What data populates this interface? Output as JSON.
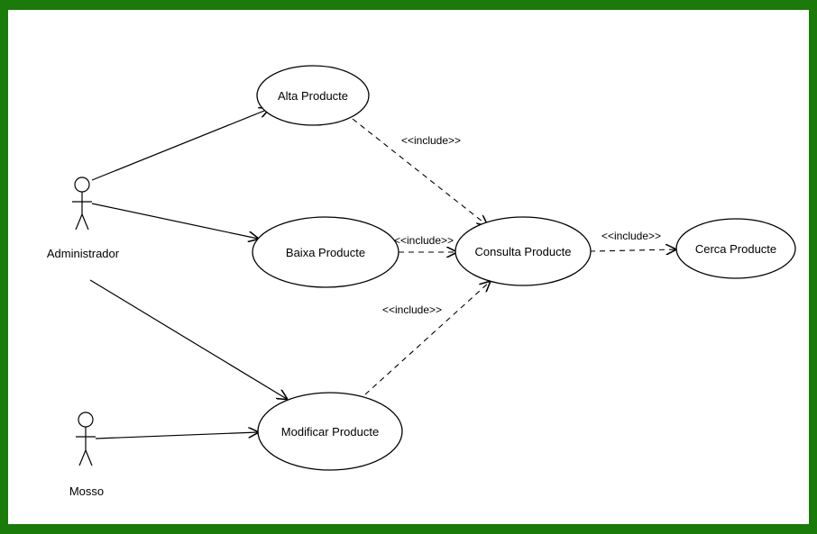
{
  "diagram": {
    "frame_color": "#1a7a0a",
    "actors": {
      "administrador": "Administrador",
      "mosso": "Mosso"
    },
    "use_cases": {
      "alta": "Alta Producte",
      "baixa": "Baixa Producte",
      "modificar": "Modificar Producte",
      "consulta": "Consulta Producte",
      "cerca": "Cerca Producte"
    },
    "relations": {
      "include_alta": "<<include>>",
      "include_baixa": "<<include>>",
      "include_modificar": "<<include>>",
      "include_consulta_cerca": "<<include>>"
    }
  }
}
